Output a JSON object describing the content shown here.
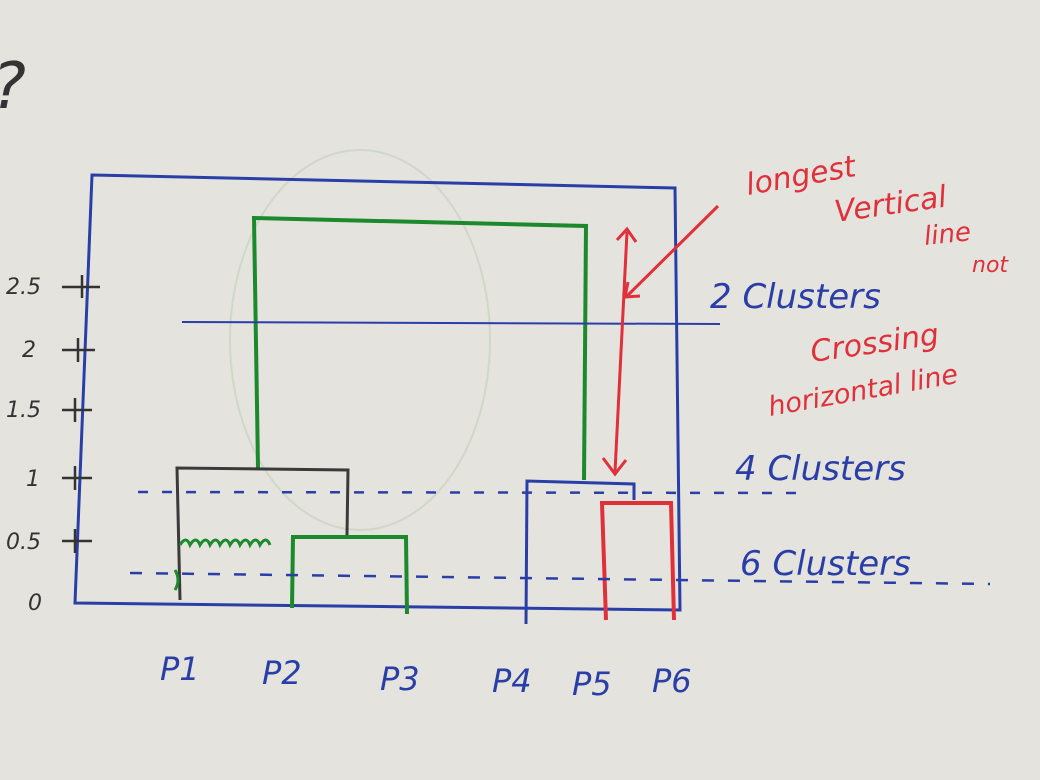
{
  "question_mark": "?",
  "y_axis": {
    "ticks": [
      {
        "label": "2.5",
        "value": 2.5
      },
      {
        "label": "2",
        "value": 2
      },
      {
        "label": "1.5",
        "value": 1.5
      },
      {
        "label": "1",
        "value": 1
      },
      {
        "label": "0.5",
        "value": 0.5
      },
      {
        "label": "0",
        "value": 0
      }
    ]
  },
  "points": [
    "P1",
    "P2",
    "P3",
    "P4",
    "P5",
    "P6"
  ],
  "cut_lines": [
    {
      "label": "2 Clusters",
      "level": 2.2
    },
    {
      "label": "4 Clusters",
      "level": 0.85
    },
    {
      "label": "6 Clusters",
      "level": 0.25
    }
  ],
  "annotation": {
    "lines": [
      "longest",
      "Vertical",
      "line",
      "not",
      "Crossing",
      "horizontal line"
    ]
  },
  "colors": {
    "paper": "#e4e3de",
    "frame": "#2a3ea8",
    "green": "#1c8a2c",
    "black": "#3a3a3a",
    "red": "#e0303a"
  }
}
